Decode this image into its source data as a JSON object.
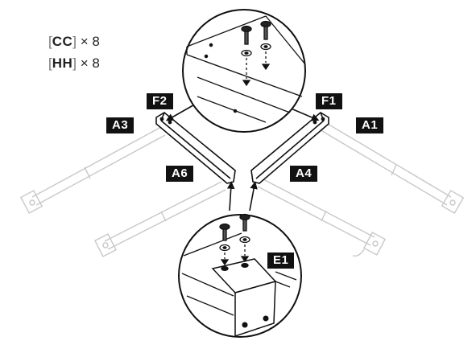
{
  "hardware": [
    {
      "code": "CC",
      "qty": "× 8"
    },
    {
      "code": "HH",
      "qty": "× 8"
    }
  ],
  "labels": {
    "f2": "F2",
    "f1": "F1",
    "a3": "A3",
    "a1": "A1",
    "a6": "A6",
    "a4": "A4",
    "e1": "E1"
  }
}
